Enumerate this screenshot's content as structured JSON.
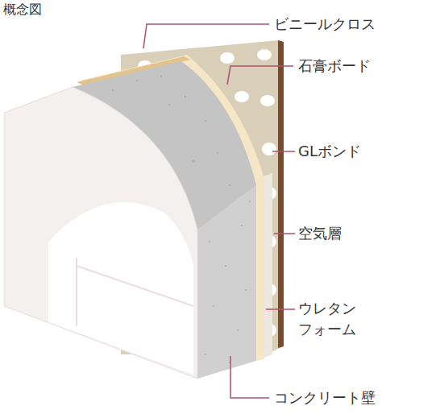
{
  "diagram": {
    "title": "概念図",
    "labels": [
      "ビニールクロス",
      "石膏ボード",
      "GLボンド",
      "空気層",
      "ウレタン フォーム",
      "コンクリート壁"
    ]
  }
}
